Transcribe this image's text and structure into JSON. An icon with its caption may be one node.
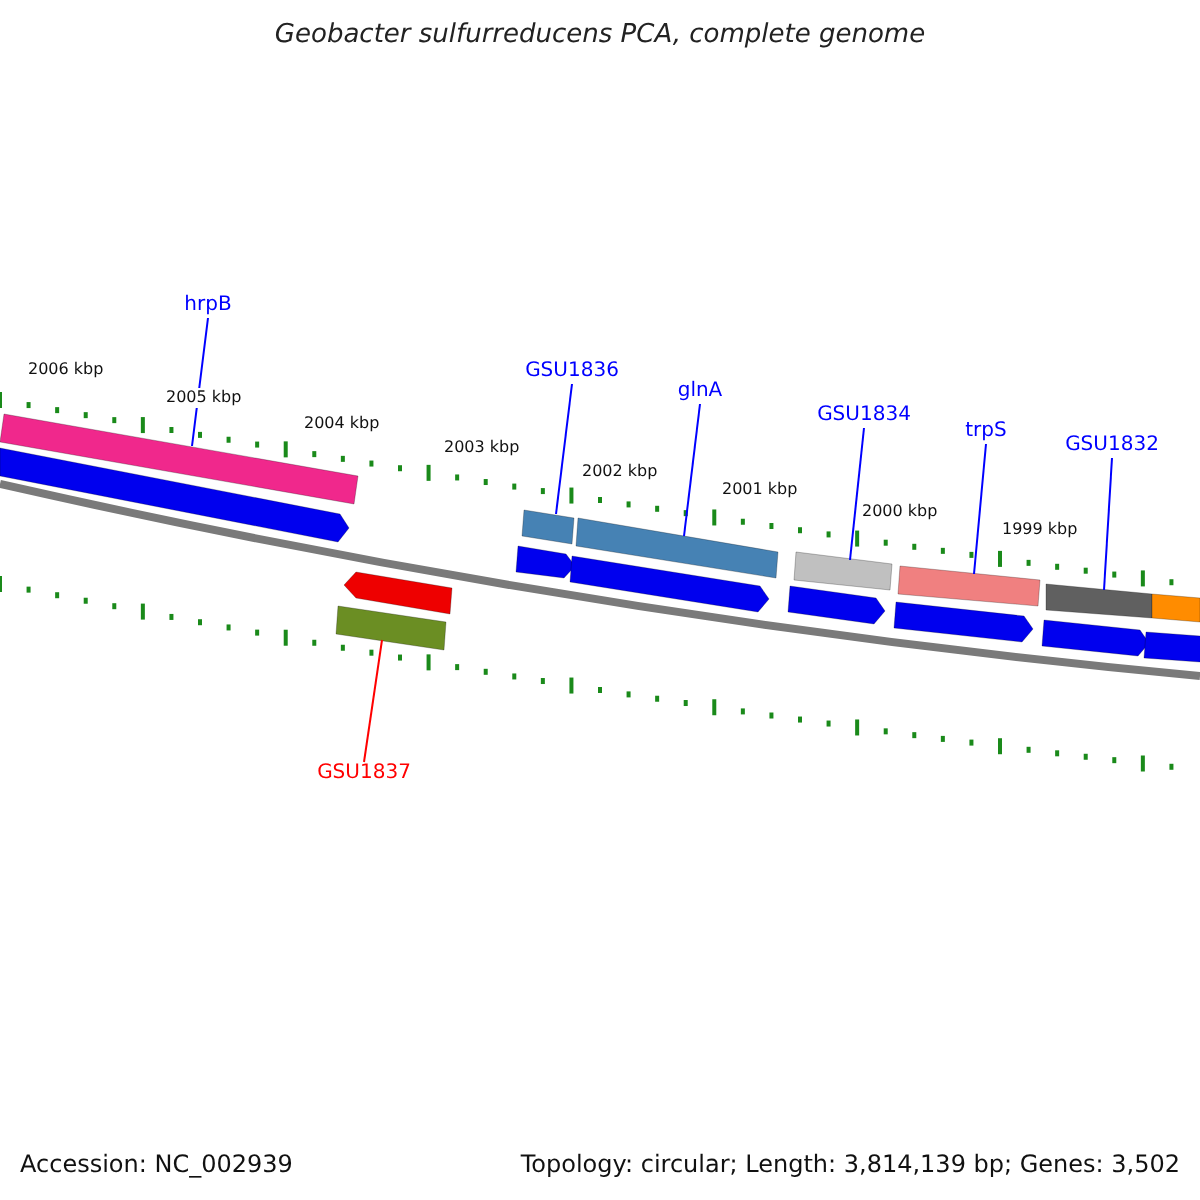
{
  "diagram": {
    "title": "Geobacter sulfurreducens PCA, complete genome",
    "nodes": [
      {
        "text": [
          "hrpB"
        ]
      },
      {
        "text": [],
        "shape": "bar"
      },
      {
        "text": [
          "GSU1836"
        ]
      },
      {
        "text": [],
        "shape": "bar"
      },
      {
        "text": [
          "glnA"
        ]
      },
      {
        "text": [],
        "shape": "bar"
      },
      {
        "text": [
          "GSU1834"
        ]
      },
      {
        "text": [],
        "shape": "bar"
      },
      {
        "text": [
          "trpS"
        ]
      },
      {
        "text": [],
        "shape": "bar"
      },
      {
        "text": [
          "GSU1832"
        ]
      },
      {
        "text": [],
        "shape": "bar"
      },
      {
        "text": [],
        "shape": "bar"
      },
      {
        "text": [
          "GSU1837"
        ]
      },
      {
        "text": [],
        "shape": "arrow"
      },
      {
        "text": [],
        "shape": "arrow"
      },
      {
        "text": [],
        "shape": "arrow"
      },
      {
        "text": [],
        "shape": "arrow"
      },
      {
        "text": [],
        "shape": "arrow"
      },
      {
        "text": [],
        "shape": "arrow"
      },
      {
        "text": [],
        "shape": "arrow"
      },
      {
        "text": [],
        "shape": "arrow"
      },
      {
        "text": [],
        "shape": "bar"
      }
    ],
    "edges": [
      {
        "from": 0,
        "to": 1,
        "arrow": "none"
      },
      {
        "from": 2,
        "to": 3,
        "arrow": "none"
      },
      {
        "from": 4,
        "to": 5,
        "arrow": "none"
      },
      {
        "from": 6,
        "to": 7,
        "arrow": "none"
      },
      {
        "from": 8,
        "to": 9,
        "arrow": "none"
      },
      {
        "from": 10,
        "to": 11,
        "arrow": "none"
      },
      {
        "from": 13,
        "to": 12,
        "arrow": "none",
        "color": "#ff0000"
      }
    ],
    "labels": [
      "2006 kbp",
      "2005 kbp",
      "2004 kbp",
      "2003 kbp",
      "2002 kbp",
      "2001 kbp",
      "2000 kbp",
      "1999 kbp",
      "Accession: NC_002939",
      "Topology: circular; Length: 3,814,139 bp; Genes: 3,502"
    ]
  }
}
